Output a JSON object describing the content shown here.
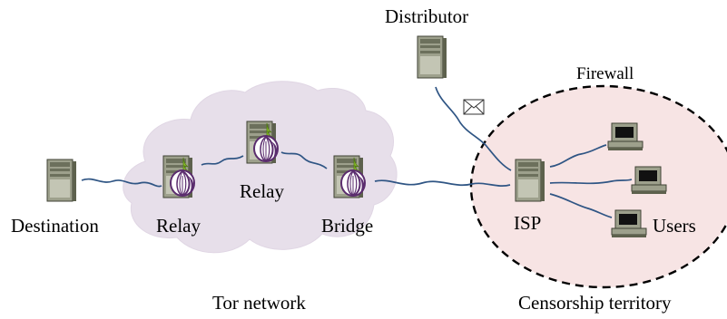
{
  "labels": {
    "distributor": "Distributor",
    "firewall": "Firewall",
    "destination": "Destination",
    "relay_left": "Relay",
    "relay_top": "Relay",
    "bridge": "Bridge",
    "isp": "ISP",
    "users": "Users",
    "tor_network": "Tor network",
    "censorship_territory": "Censorship territory"
  },
  "colors": {
    "cloud": "#e7dfea",
    "territory": "#f7e4e4",
    "link": "#2f5584",
    "server_body": "#9da08c",
    "server_dark": "#5d614d",
    "onion_purple": "#5b2d6e",
    "onion_green": "#8bbf2a"
  }
}
